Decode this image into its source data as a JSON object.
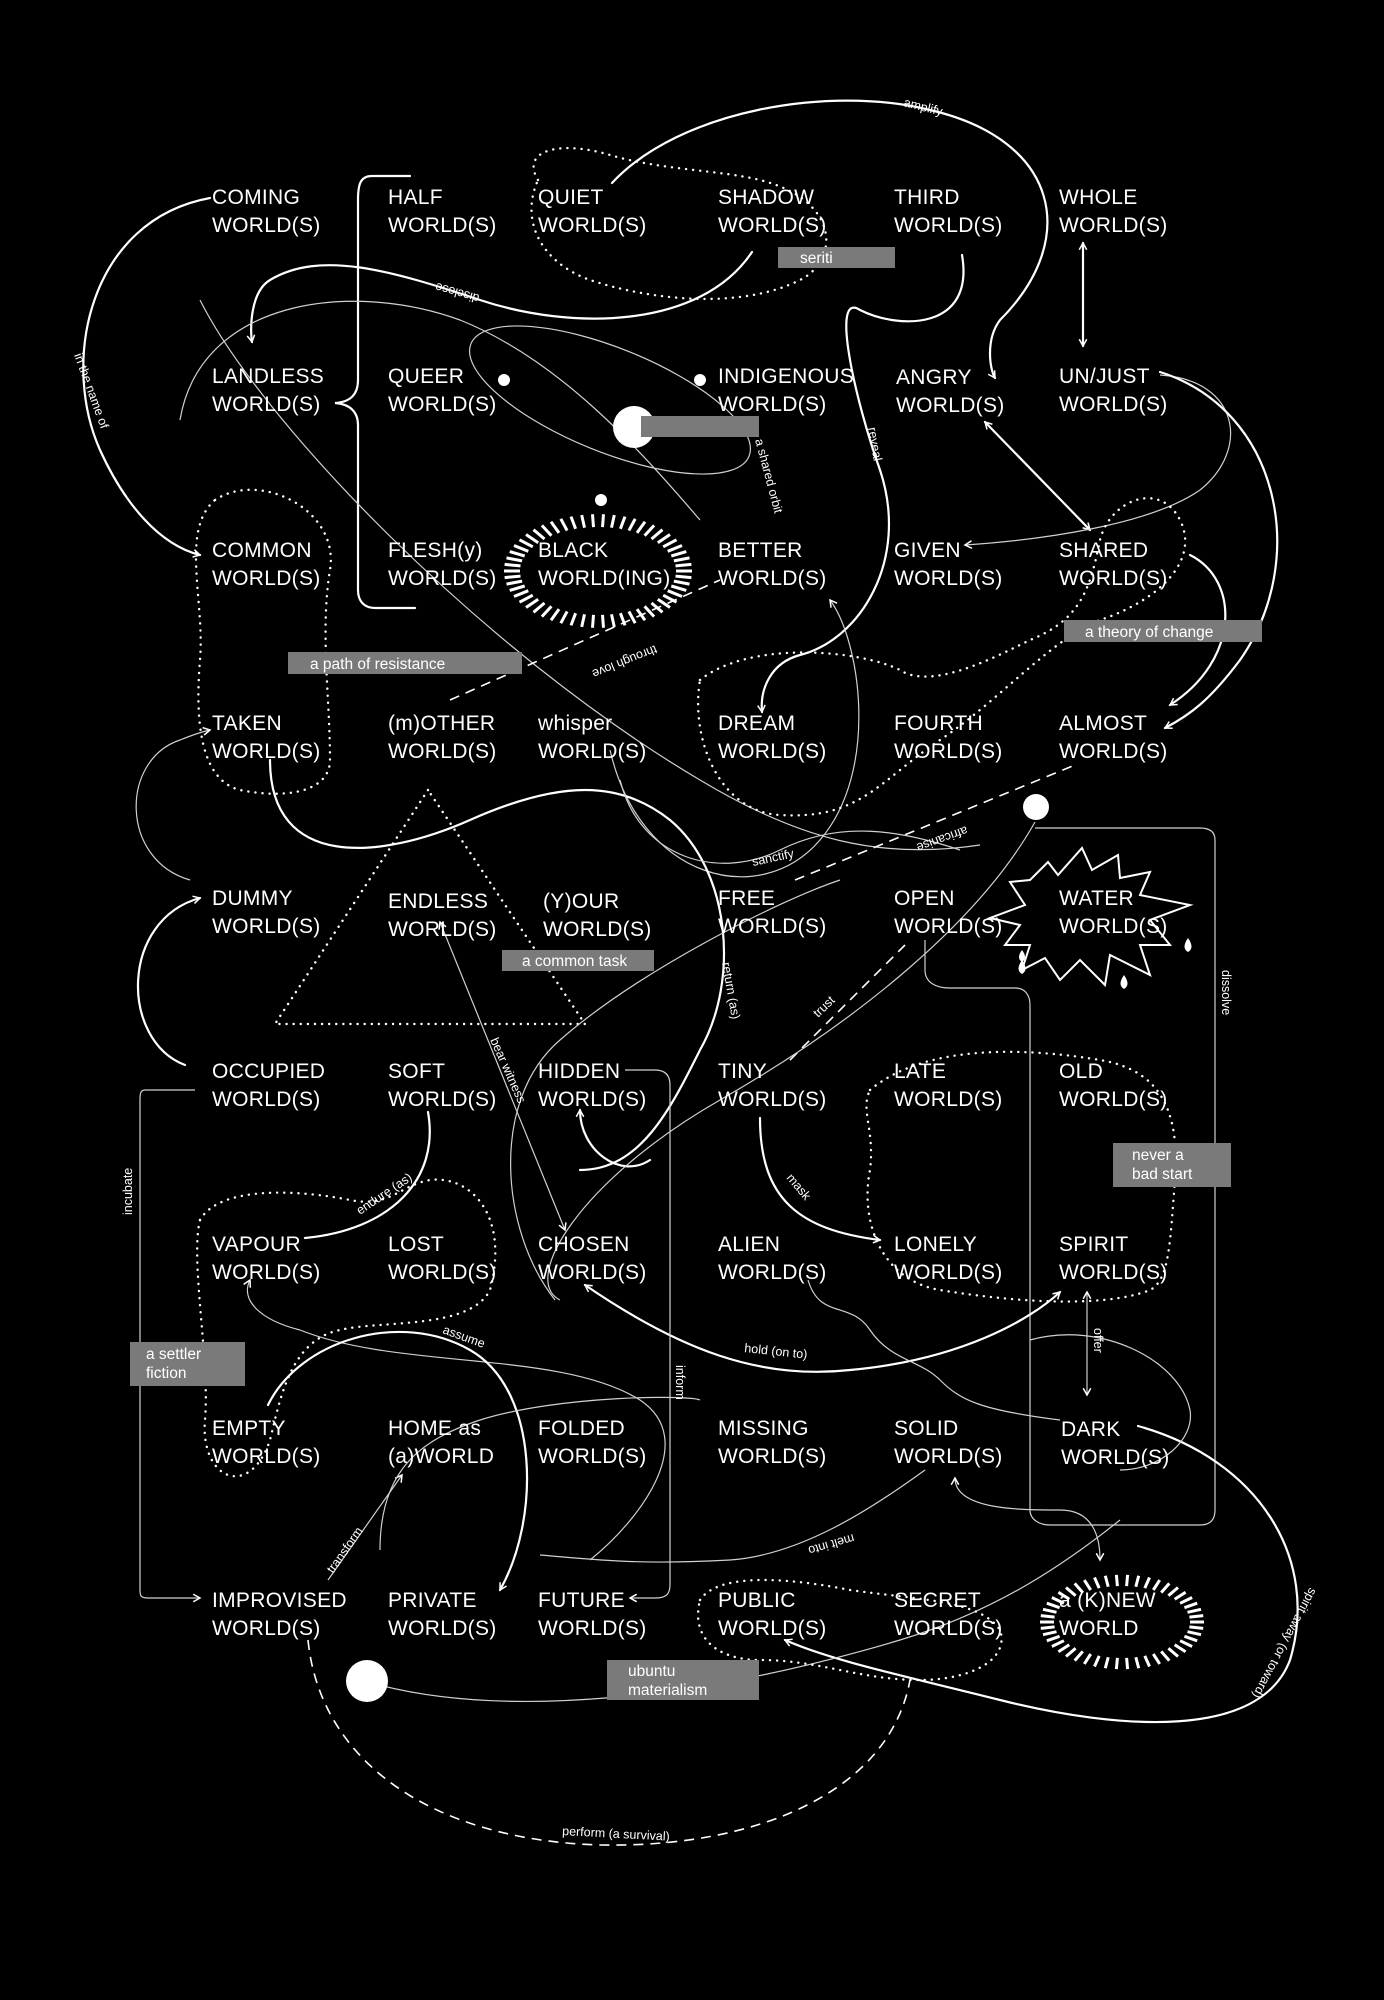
{
  "nodes": [
    {
      "id": "coming",
      "line1": "COMING",
      "line2": "WORLD(S)"
    },
    {
      "id": "half",
      "line1": "HALF",
      "line2": "WORLD(S)"
    },
    {
      "id": "quiet",
      "line1": "QUIET",
      "line2": "WORLD(S)"
    },
    {
      "id": "shadow",
      "line1": "SHADOW",
      "line2": "WORLD(S)"
    },
    {
      "id": "third",
      "line1": "THIRD",
      "line2": "WORLD(S)"
    },
    {
      "id": "whole",
      "line1": "WHOLE",
      "line2": "WORLD(S)"
    },
    {
      "id": "landless",
      "line1": "LANDLESS",
      "line2": "WORLD(S)"
    },
    {
      "id": "queer",
      "line1": "QUEER",
      "line2": "WORLD(S)"
    },
    {
      "id": "indigenous",
      "line1": "INDIGENOUS",
      "line2": "WORLD(S)"
    },
    {
      "id": "angry",
      "line1": "ANGRY",
      "line2": "WORLD(S)"
    },
    {
      "id": "unjust",
      "line1": "UN/JUST",
      "line2": "WORLD(S)"
    },
    {
      "id": "common",
      "line1": "COMMON",
      "line2": "WORLD(S)"
    },
    {
      "id": "flesh",
      "line1": "FLESH(y)",
      "line2": "WORLD(S)"
    },
    {
      "id": "black",
      "line1": "BLACK",
      "line2": "WORLD(ING)"
    },
    {
      "id": "better",
      "line1": "BETTER",
      "line2": "WORLD(S)"
    },
    {
      "id": "given",
      "line1": "GIVEN",
      "line2": "WORLD(S)"
    },
    {
      "id": "shared",
      "line1": "SHARED",
      "line2": "WORLD(S)"
    },
    {
      "id": "taken",
      "line1": "TAKEN",
      "line2": "WORLD(S)"
    },
    {
      "id": "mother",
      "line1": "(m)OTHER",
      "line2": "WORLD(S)"
    },
    {
      "id": "whisper",
      "line1": "whisper",
      "line2": "WORLD(S)"
    },
    {
      "id": "dream",
      "line1": "DREAM",
      "line2": "WORLD(S)"
    },
    {
      "id": "fourth",
      "line1": "FOURTH",
      "line2": "WORLD(S)"
    },
    {
      "id": "almost",
      "line1": "ALMOST",
      "line2": "WORLD(S)"
    },
    {
      "id": "dummy",
      "line1": "DUMMY",
      "line2": "WORLD(S)"
    },
    {
      "id": "endless",
      "line1": "ENDLESS",
      "line2": "WORLD(S)"
    },
    {
      "id": "your",
      "line1": "(Y)OUR",
      "line2": "WORLD(S)"
    },
    {
      "id": "free",
      "line1": "FREE",
      "line2": "WORLD(S)"
    },
    {
      "id": "open",
      "line1": "OPEN",
      "line2": "WORLD(S)"
    },
    {
      "id": "water",
      "line1": "WATER",
      "line2": "WORLD(S)"
    },
    {
      "id": "occupied",
      "line1": "OCCUPIED",
      "line2": "WORLD(S)"
    },
    {
      "id": "soft",
      "line1": "SOFT",
      "line2": "WORLD(S)"
    },
    {
      "id": "hidden",
      "line1": "HIDDEN",
      "line2": "WORLD(S)"
    },
    {
      "id": "tiny",
      "line1": "TINY",
      "line2": "WORLD(S)"
    },
    {
      "id": "late",
      "line1": "LATE",
      "line2": "WORLD(S)"
    },
    {
      "id": "old",
      "line1": "OLD",
      "line2": "WORLD(S)"
    },
    {
      "id": "vapour",
      "line1": "VAPOUR",
      "line2": "WORLD(S)"
    },
    {
      "id": "lost",
      "line1": "LOST",
      "line2": "WORLD(S)"
    },
    {
      "id": "chosen",
      "line1": "CHOSEN",
      "line2": "WORLD(S)"
    },
    {
      "id": "alien",
      "line1": "ALIEN",
      "line2": "WORLD(S)"
    },
    {
      "id": "lonely",
      "line1": "LONELY",
      "line2": "WORLD(S)"
    },
    {
      "id": "spirit",
      "line1": "SPIRIT",
      "line2": "WORLD(S)"
    },
    {
      "id": "empty",
      "line1": "EMPTY",
      "line2": "WORLD(S)"
    },
    {
      "id": "home",
      "line1": "HOME as",
      "line2": "(a)WORLD"
    },
    {
      "id": "folded",
      "line1": "FOLDED",
      "line2": "WORLD(S)"
    },
    {
      "id": "missing",
      "line1": "MISSING",
      "line2": "WORLD(S)"
    },
    {
      "id": "solid",
      "line1": "SOLID",
      "line2": "WORLD(S)"
    },
    {
      "id": "dark",
      "line1": "DARK",
      "line2": "WORLD(S)"
    },
    {
      "id": "improvised",
      "line1": "IMPROVISED",
      "line2": "WORLD(S)"
    },
    {
      "id": "private",
      "line1": "PRIVATE",
      "line2": "WORLD(S)"
    },
    {
      "id": "future",
      "line1": "FUTURE",
      "line2": "WORLD(S)"
    },
    {
      "id": "public",
      "line1": "PUBLIC",
      "line2": "WORLD(S)"
    },
    {
      "id": "secret",
      "line1": "SECRET",
      "line2": "WORLD(S)"
    },
    {
      "id": "knew",
      "line1": "a (K)NEW",
      "line2": "WORLD"
    }
  ],
  "edge_labels": {
    "amplify": "amplify",
    "disclose": "disclose",
    "in_the_name_of": "in the name of",
    "reveal": "reveal",
    "shared_orbit": "a shared orbit",
    "through_love": "through love",
    "sanctify": "sanctify",
    "africanise": "africanise",
    "return_as": "return (as)",
    "bear_witness": "bear witness",
    "trust": "trust",
    "dissolve": "dissolve",
    "incubate": "incubate",
    "endure_as": "endure (as)",
    "mask": "mask",
    "assume": "assume",
    "hold_on_to": "hold (on to)",
    "offer": "offer",
    "inform": "inform",
    "transform": "transform",
    "melt_into": "melt into",
    "spirit_away": "spirit away (or toward)",
    "perform": "perform (a survival)"
  },
  "tags": {
    "seriti": "seriti",
    "theory_of_change": "a theory of change",
    "path_of_resistance": "a path of resistance",
    "common_task": "a common task",
    "never_bad_start_1": "never a",
    "never_bad_start_2": "bad start",
    "settler_fiction_1": "a settler",
    "settler_fiction_2": "fiction",
    "ubuntu_1": "ubuntu",
    "ubuntu_2": "materialism"
  },
  "colors": {
    "background": "#000000",
    "foreground": "#ffffff",
    "tag_fill": "#7a7a7a"
  }
}
